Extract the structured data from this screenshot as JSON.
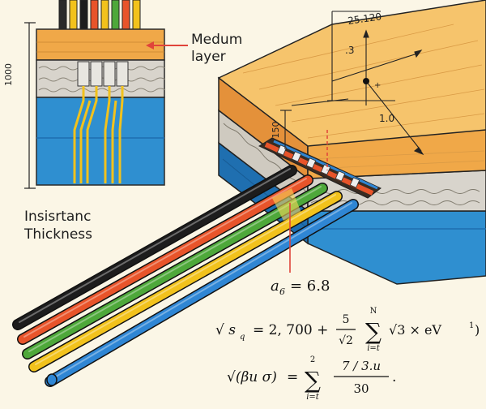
{
  "labels": {
    "medium_layer_line1": "Medum",
    "medium_layer_line2": "layer",
    "insulation_line1": "Insisrtanc",
    "insulation_line2": "Thickness",
    "dim_height": "1000",
    "dim_side": "150",
    "dim_top": "25.120",
    "dim_mark": ".3",
    "dim_unit": "1.0"
  },
  "equations": {
    "eq1_lhs": "a",
    "eq1_sub": "6",
    "eq1_rhs": "= 6.8",
    "eq2_lhs": "√ s",
    "eq2_lhs_sub": "q",
    "eq2_mid": "= 2, 700 +",
    "eq2_frac_num": "5",
    "eq2_frac_den": "√2",
    "eq2_sum_top": "N",
    "eq2_sum_bottom": "i=t",
    "eq2_tail": "√3 × eV",
    "eq2_tail_sup": "1",
    "eq2_close": ")",
    "eq3_lhs": "√(βu σ)",
    "eq3_eq": "=",
    "eq3_sum_top": "2",
    "eq3_sum_bottom": "i=t",
    "eq3_frac_num": "7 / 3.u",
    "eq3_frac_den": "30",
    "eq3_end": "."
  },
  "colors": {
    "wood": "#f0a848",
    "wood_top": "#f6c46c",
    "insulation": "#d8d4cc",
    "blue": "#2f8fd0",
    "blue_dark": "#1f6fb0",
    "background": "#fbf6e6",
    "wire_black": "#1d1d1d",
    "wire_red": "#e8542a",
    "wire_green": "#4ea83a",
    "wire_yellow": "#f2c21c",
    "wire_blue": "#2f86d4",
    "leader_red": "#e0443a"
  }
}
